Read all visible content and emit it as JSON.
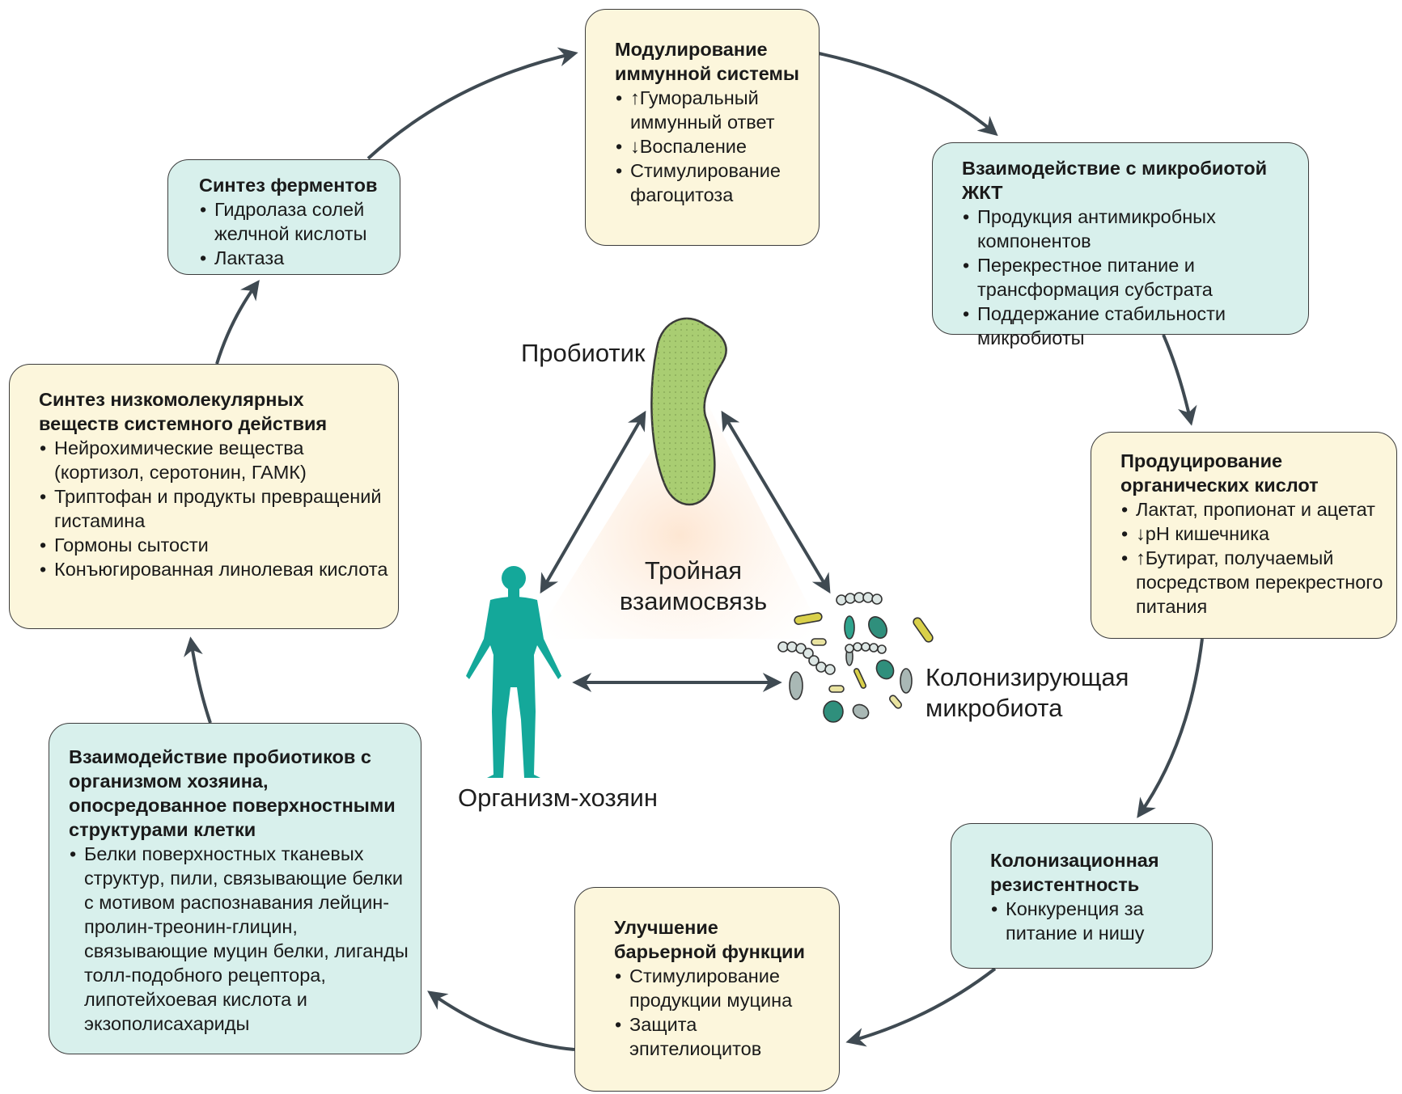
{
  "center": {
    "probiotic": "Пробиотик",
    "triple": "Тройная взаимосвязь",
    "host": "Организм-хозяин",
    "microbiota": "Колонизирующая микробиота"
  },
  "boxes": {
    "immune": {
      "title": "Модулирование иммунной системы",
      "items": [
        "↑Гуморальный иммунный ответ",
        "↓Воспаление",
        "Стимулирование фагоцитоза"
      ]
    },
    "gut": {
      "title": "Взаимодействие с микробиотой ЖКТ",
      "items": [
        "Продукция антимикробных компонентов",
        "Перекрестное питание и трансформация субстрата",
        "Поддержание стабильности микробиоты"
      ]
    },
    "acids": {
      "title": "Продуцирование органических кислот",
      "items": [
        "Лактат, пропионат и ацетат",
        "↓pH кишечника",
        "↑Бутират, получаемый посредством перекрестного питания"
      ]
    },
    "colonization": {
      "title": "Колонизационная резистентность",
      "items": [
        "Конкуренция за питание и нишу"
      ]
    },
    "barrier": {
      "title": "Улучшение барьерной функции",
      "items": [
        "Стимулирование продукции муцина",
        "Защита эпителиоцитов"
      ]
    },
    "surface": {
      "title": "Взаимодействие пробиотиков с организмом хозяина, опосредованное поверхностными структурами клетки",
      "items": [
        "Белки поверхностных тканевых структур, пили, связывающие белки с мотивом распознавания лейцин-пролин-треонин-глицин, связывающие муцин белки, лиганды толл-подобного рецептора, липотейхоевая кислота и экзополисахариды"
      ]
    },
    "lowmol": {
      "title": "Синтез низкомолекулярных веществ системного действия",
      "items": [
        "Нейрохимические вещества (кортизол, серотонин, ГАМК)",
        "Триптофан и продукты превращений гистамина",
        "Гормоны сытости",
        "Конъюгированная линолевая кислота"
      ]
    },
    "enzymes": {
      "title": "Синтез ферментов",
      "items": [
        "Гидролаза солей желчной кислоты",
        "Лактаза"
      ]
    }
  },
  "colors": {
    "cream_box": "#fcf6dc",
    "mint_box": "#d8f0ec",
    "arrow": "#3f4a52",
    "probiotic_fill": "#a9cd72",
    "host_fill": "#14a89a"
  }
}
